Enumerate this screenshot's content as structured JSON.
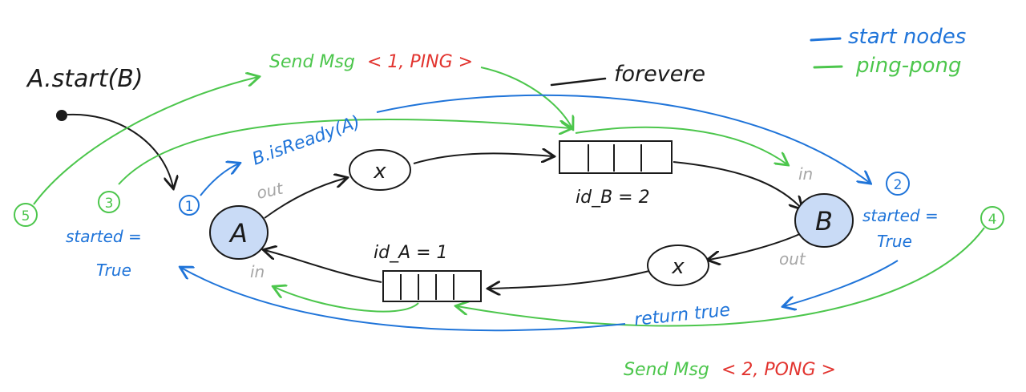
{
  "start_call": "A.start(B)",
  "forever": "forevere",
  "legend": [
    {
      "color": "#1f74d9",
      "label": "start nodes"
    },
    {
      "color": "#4cc64c",
      "label": "ping-pong"
    }
  ],
  "nodes": {
    "a": "A",
    "b": "B",
    "x_top": "x",
    "x_bottom": "x"
  },
  "queues": {
    "b_label": "id_B = 2",
    "a_label": "id_A = 1"
  },
  "ports": {
    "a_out": "out",
    "a_in": "in",
    "b_in": "in",
    "b_out": "out"
  },
  "steps": {
    "s1": "1",
    "s2": "2",
    "s3": "3",
    "s4": "4",
    "s5": "5"
  },
  "messages": {
    "is_ready": "B.isReady(A)",
    "started_left_1": "started =",
    "started_left_2": "True",
    "started_right_1": "started =",
    "started_right_2": "True",
    "return_true": "return true",
    "send1_prefix": "Send Msg",
    "send1_payload": "< 1, PING >",
    "send2_prefix": "Send Msg",
    "send2_payload": "< 2, PONG >"
  },
  "colors": {
    "blue": "#1f74d9",
    "green": "#4cc64c",
    "red": "#e2342f",
    "gray": "#a6a6a6",
    "ink": "#1a1a1a",
    "node_fill": "#c9dbf6"
  }
}
